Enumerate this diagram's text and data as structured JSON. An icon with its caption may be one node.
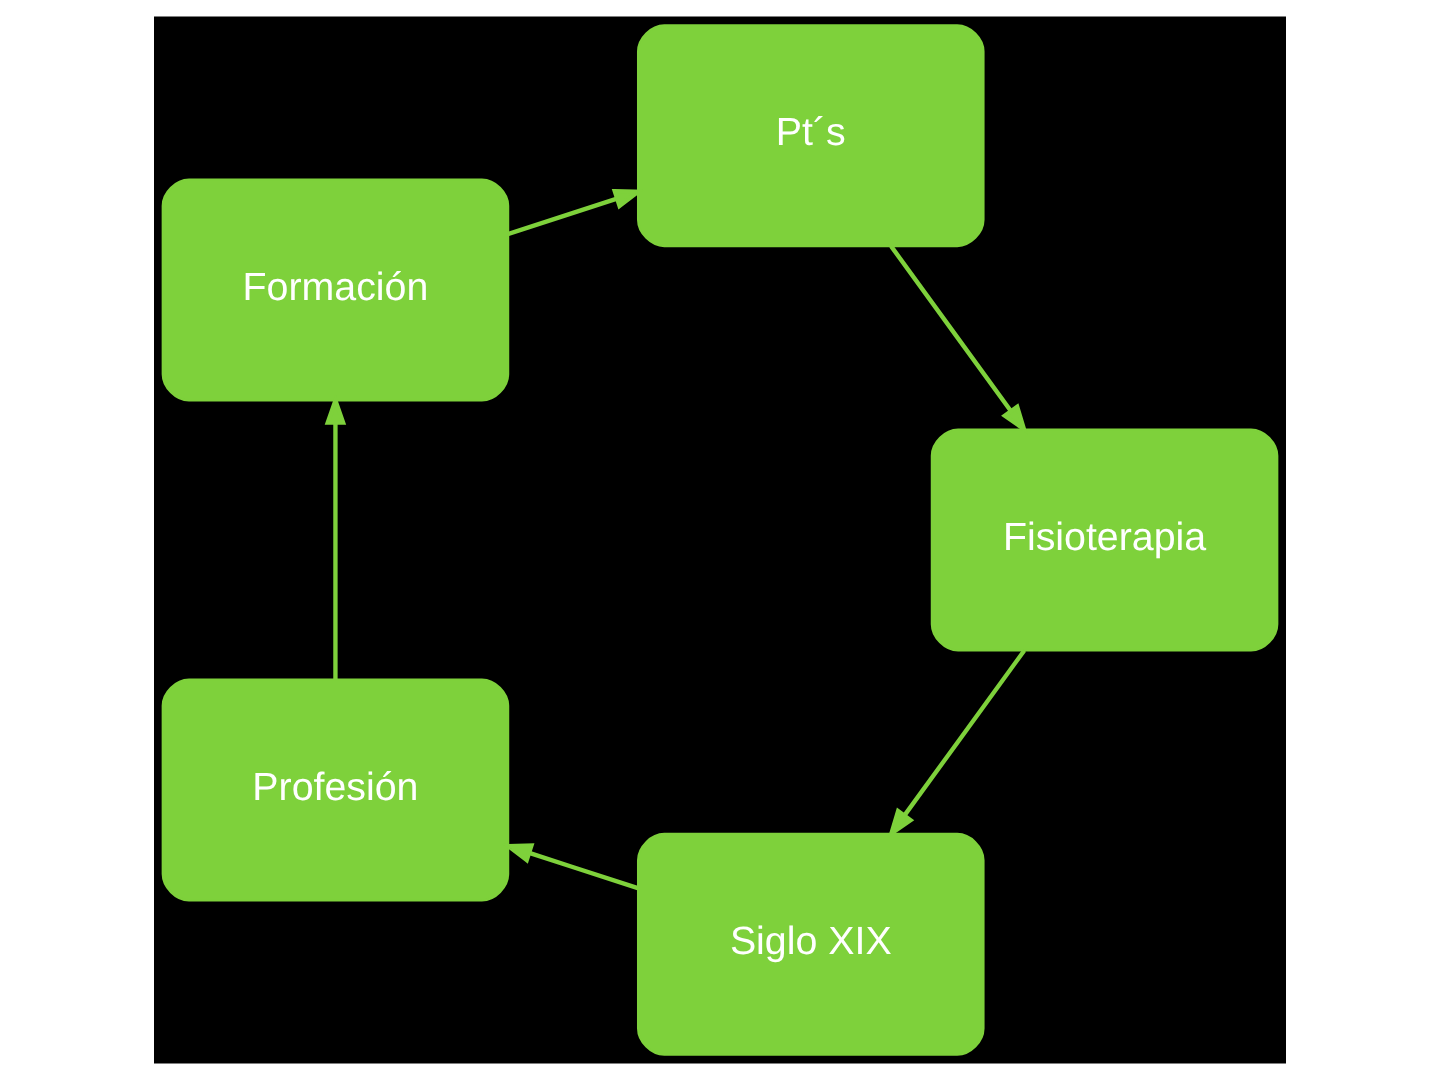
{
  "diagram": {
    "nodes": [
      {
        "text": [
          "Siglo XIX"
        ]
      },
      {
        "text": [
          "Profesión"
        ]
      },
      {
        "text": [
          "Formación"
        ]
      },
      {
        "text": [
          "Pt´s"
        ]
      },
      {
        "text": [
          "Fisioterapia"
        ]
      }
    ],
    "edges": [
      {
        "from": 0,
        "to": 1,
        "arrow": "to"
      },
      {
        "from": 1,
        "to": 2,
        "arrow": "to"
      },
      {
        "from": 2,
        "to": 3,
        "arrow": "to"
      },
      {
        "from": 3,
        "to": 4,
        "arrow": "to"
      },
      {
        "from": 4,
        "to": 0,
        "arrow": "to"
      }
    ]
  }
}
